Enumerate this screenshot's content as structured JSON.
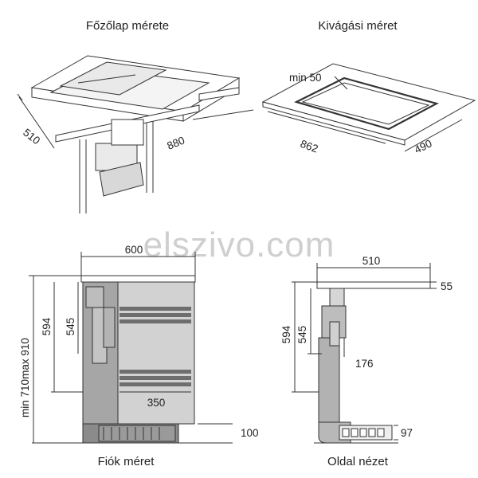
{
  "watermark": "elszivo.com",
  "panels": {
    "hob": {
      "title": "Főzőlap mérete",
      "dim_depth": "510",
      "dim_width": "880"
    },
    "cutout": {
      "title": "Kivágási méret",
      "dim_min": "min 50",
      "dim_width": "862",
      "dim_depth": "490"
    },
    "drawer": {
      "title": "Fiók méret",
      "dim_top_width": "600",
      "dim_max": "max 910",
      "dim_min": "min 710",
      "dim_594": "594",
      "dim_545": "545",
      "dim_350": "350",
      "dim_100": "100"
    },
    "side": {
      "title": "Oldal nézet",
      "dim_top_width": "510",
      "dim_55": "55",
      "dim_594": "594",
      "dim_545": "545",
      "dim_176": "176",
      "dim_97": "97"
    }
  },
  "colors": {
    "line": "#333333",
    "cabinet_gray": "#a7a7a7",
    "cabinet_light": "#d4d4d4",
    "panel_dark": "#6f6f6f",
    "watermark": "#cfcfcf"
  }
}
